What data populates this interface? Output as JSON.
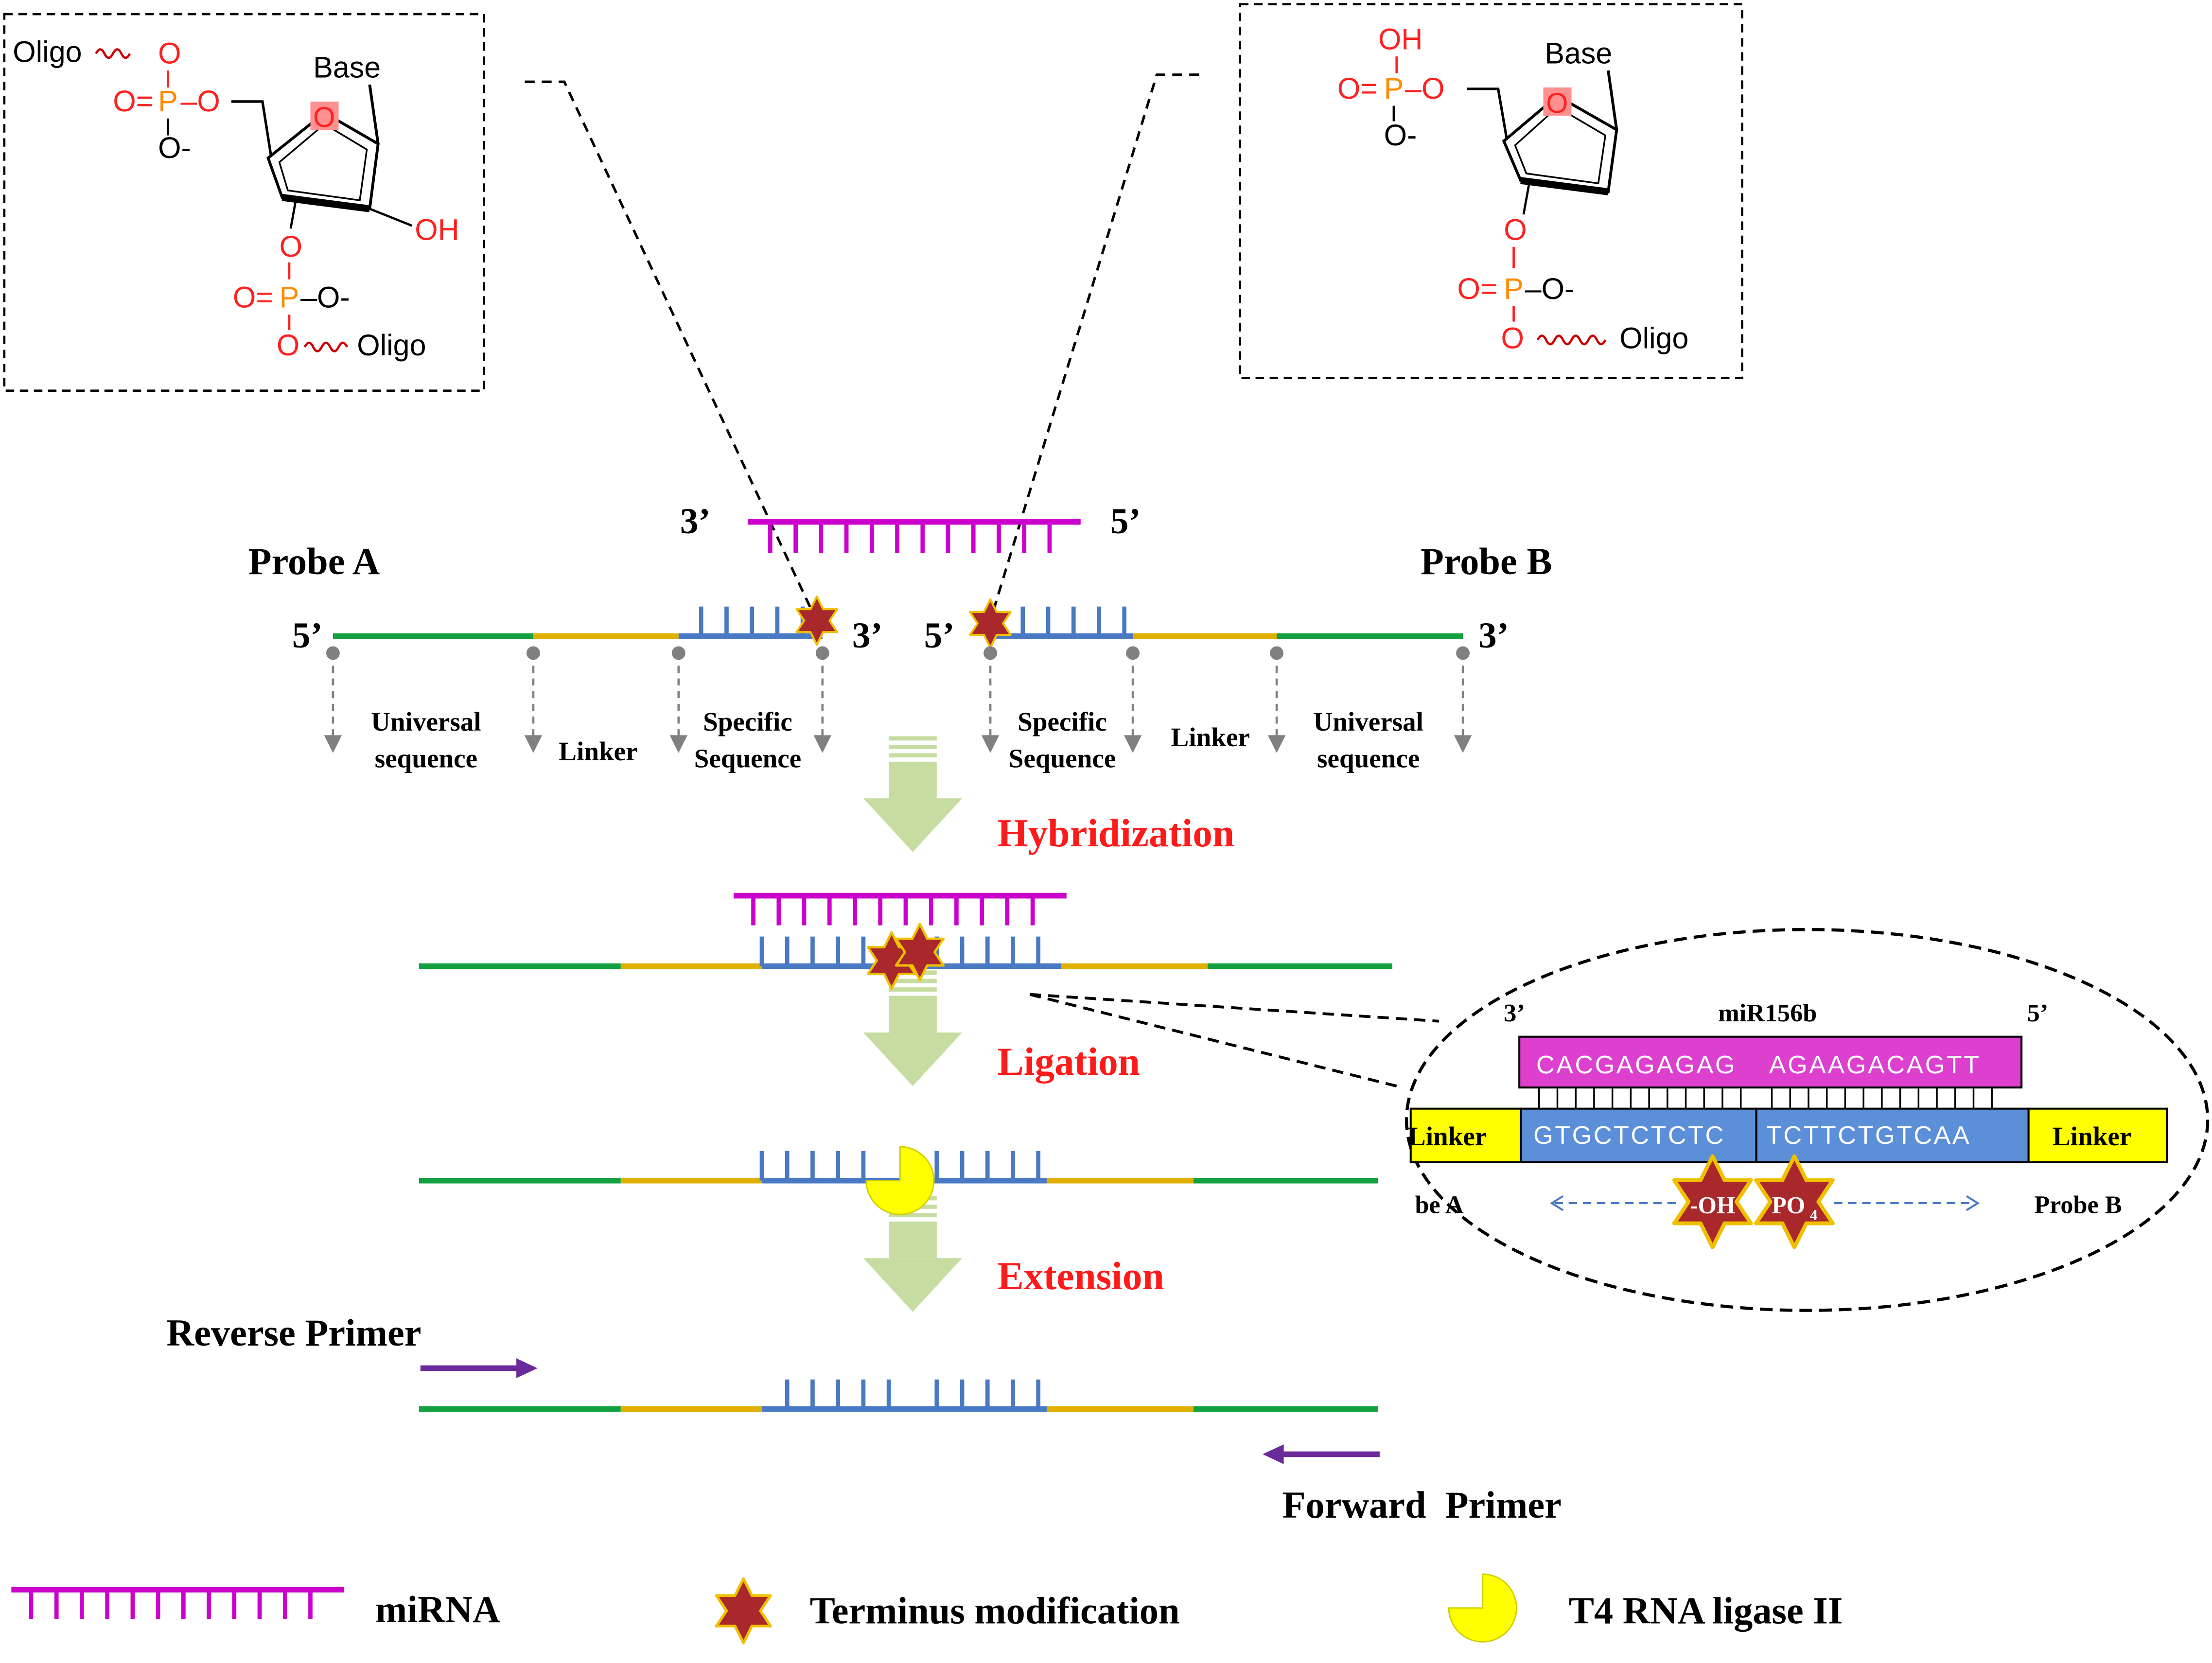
{
  "colors": {
    "mirna": "#cc00cc",
    "mirna_box": "#dd3fcf",
    "probe_blue": "#4a79c4",
    "seq_blue": "#5b8fd8",
    "linker_yellow": "#e0b000",
    "linker_box": "#ffff00",
    "universal_green": "#12a040",
    "star": "#a8282c",
    "star_outline": "#f0c000",
    "ligase": "#ffff00",
    "step_red": "#ff1a1a",
    "arrow_green": "#c6dca0",
    "primer_purple": "#6a2a9a",
    "chem_red": "#ff2020",
    "chem_orange": "#ff8c00"
  },
  "chem_left": {
    "oligo_top": "Oligo",
    "o_top": "O",
    "o_double": "O=",
    "p": "P",
    "o_link": "–O",
    "o_minus": "O-",
    "base": "Base",
    "ring_o": "O",
    "oh": "OH",
    "o_ester": "O",
    "o_double2": "O=",
    "p2": "P",
    "o_minus2": "–O-",
    "o_bottom": "O",
    "oligo_bottom": "Oligo"
  },
  "chem_right": {
    "oh_top": "OH",
    "o_double": "O=",
    "p": "P",
    "o_link": "–O",
    "o_minus": "O-",
    "base": "Base",
    "ring_o": "O",
    "o_ester": "O",
    "o_double2": "O=",
    "p2": "P",
    "o_minus2": "–O-",
    "o_bottom": "O",
    "oligo_bottom": "Oligo"
  },
  "top": {
    "mirna_3": "3’",
    "mirna_5": "5’",
    "probe_a": "Probe A",
    "probe_b": "Probe B",
    "pa_5": "5’",
    "pa_3": "3’",
    "pb_5": "5’",
    "pb_3": "3’",
    "seg_universal_a": [
      "Universal",
      "sequence"
    ],
    "seg_linker_a": "Linker",
    "seg_specific_a": [
      "Specific",
      "Sequence"
    ],
    "seg_specific_b": [
      "Specific",
      "Sequence"
    ],
    "seg_linker_b": "Linker",
    "seg_universal_b": [
      "Universal",
      "sequence"
    ]
  },
  "steps": {
    "hybridization": "Hybridization",
    "ligation": "Ligation",
    "extension": "Extension"
  },
  "primers": {
    "reverse": "Reverse Primer",
    "forward": "Forward  Primer"
  },
  "zoom": {
    "end3": "3’",
    "mirna_name": "miR156b",
    "end5": "5’",
    "mirna_seq_a": "CACGAGAGAG",
    "mirna_seq_b": "AGAAGACAGTT",
    "linker_left": "Linker",
    "probe_seq_a": "GTGCTCTCTC",
    "probe_seq_b": "TCTTCTGTCAA",
    "linker_right": "Linker",
    "probe_a_label": "be A",
    "probe_b_label": "Probe B",
    "oh_label": "-OH",
    "po4_label": "PO",
    "po4_sub": "4"
  },
  "legend": {
    "mirna": "miRNA",
    "terminus": "Terminus modification",
    "ligase": "T4 RNA ligase II"
  }
}
